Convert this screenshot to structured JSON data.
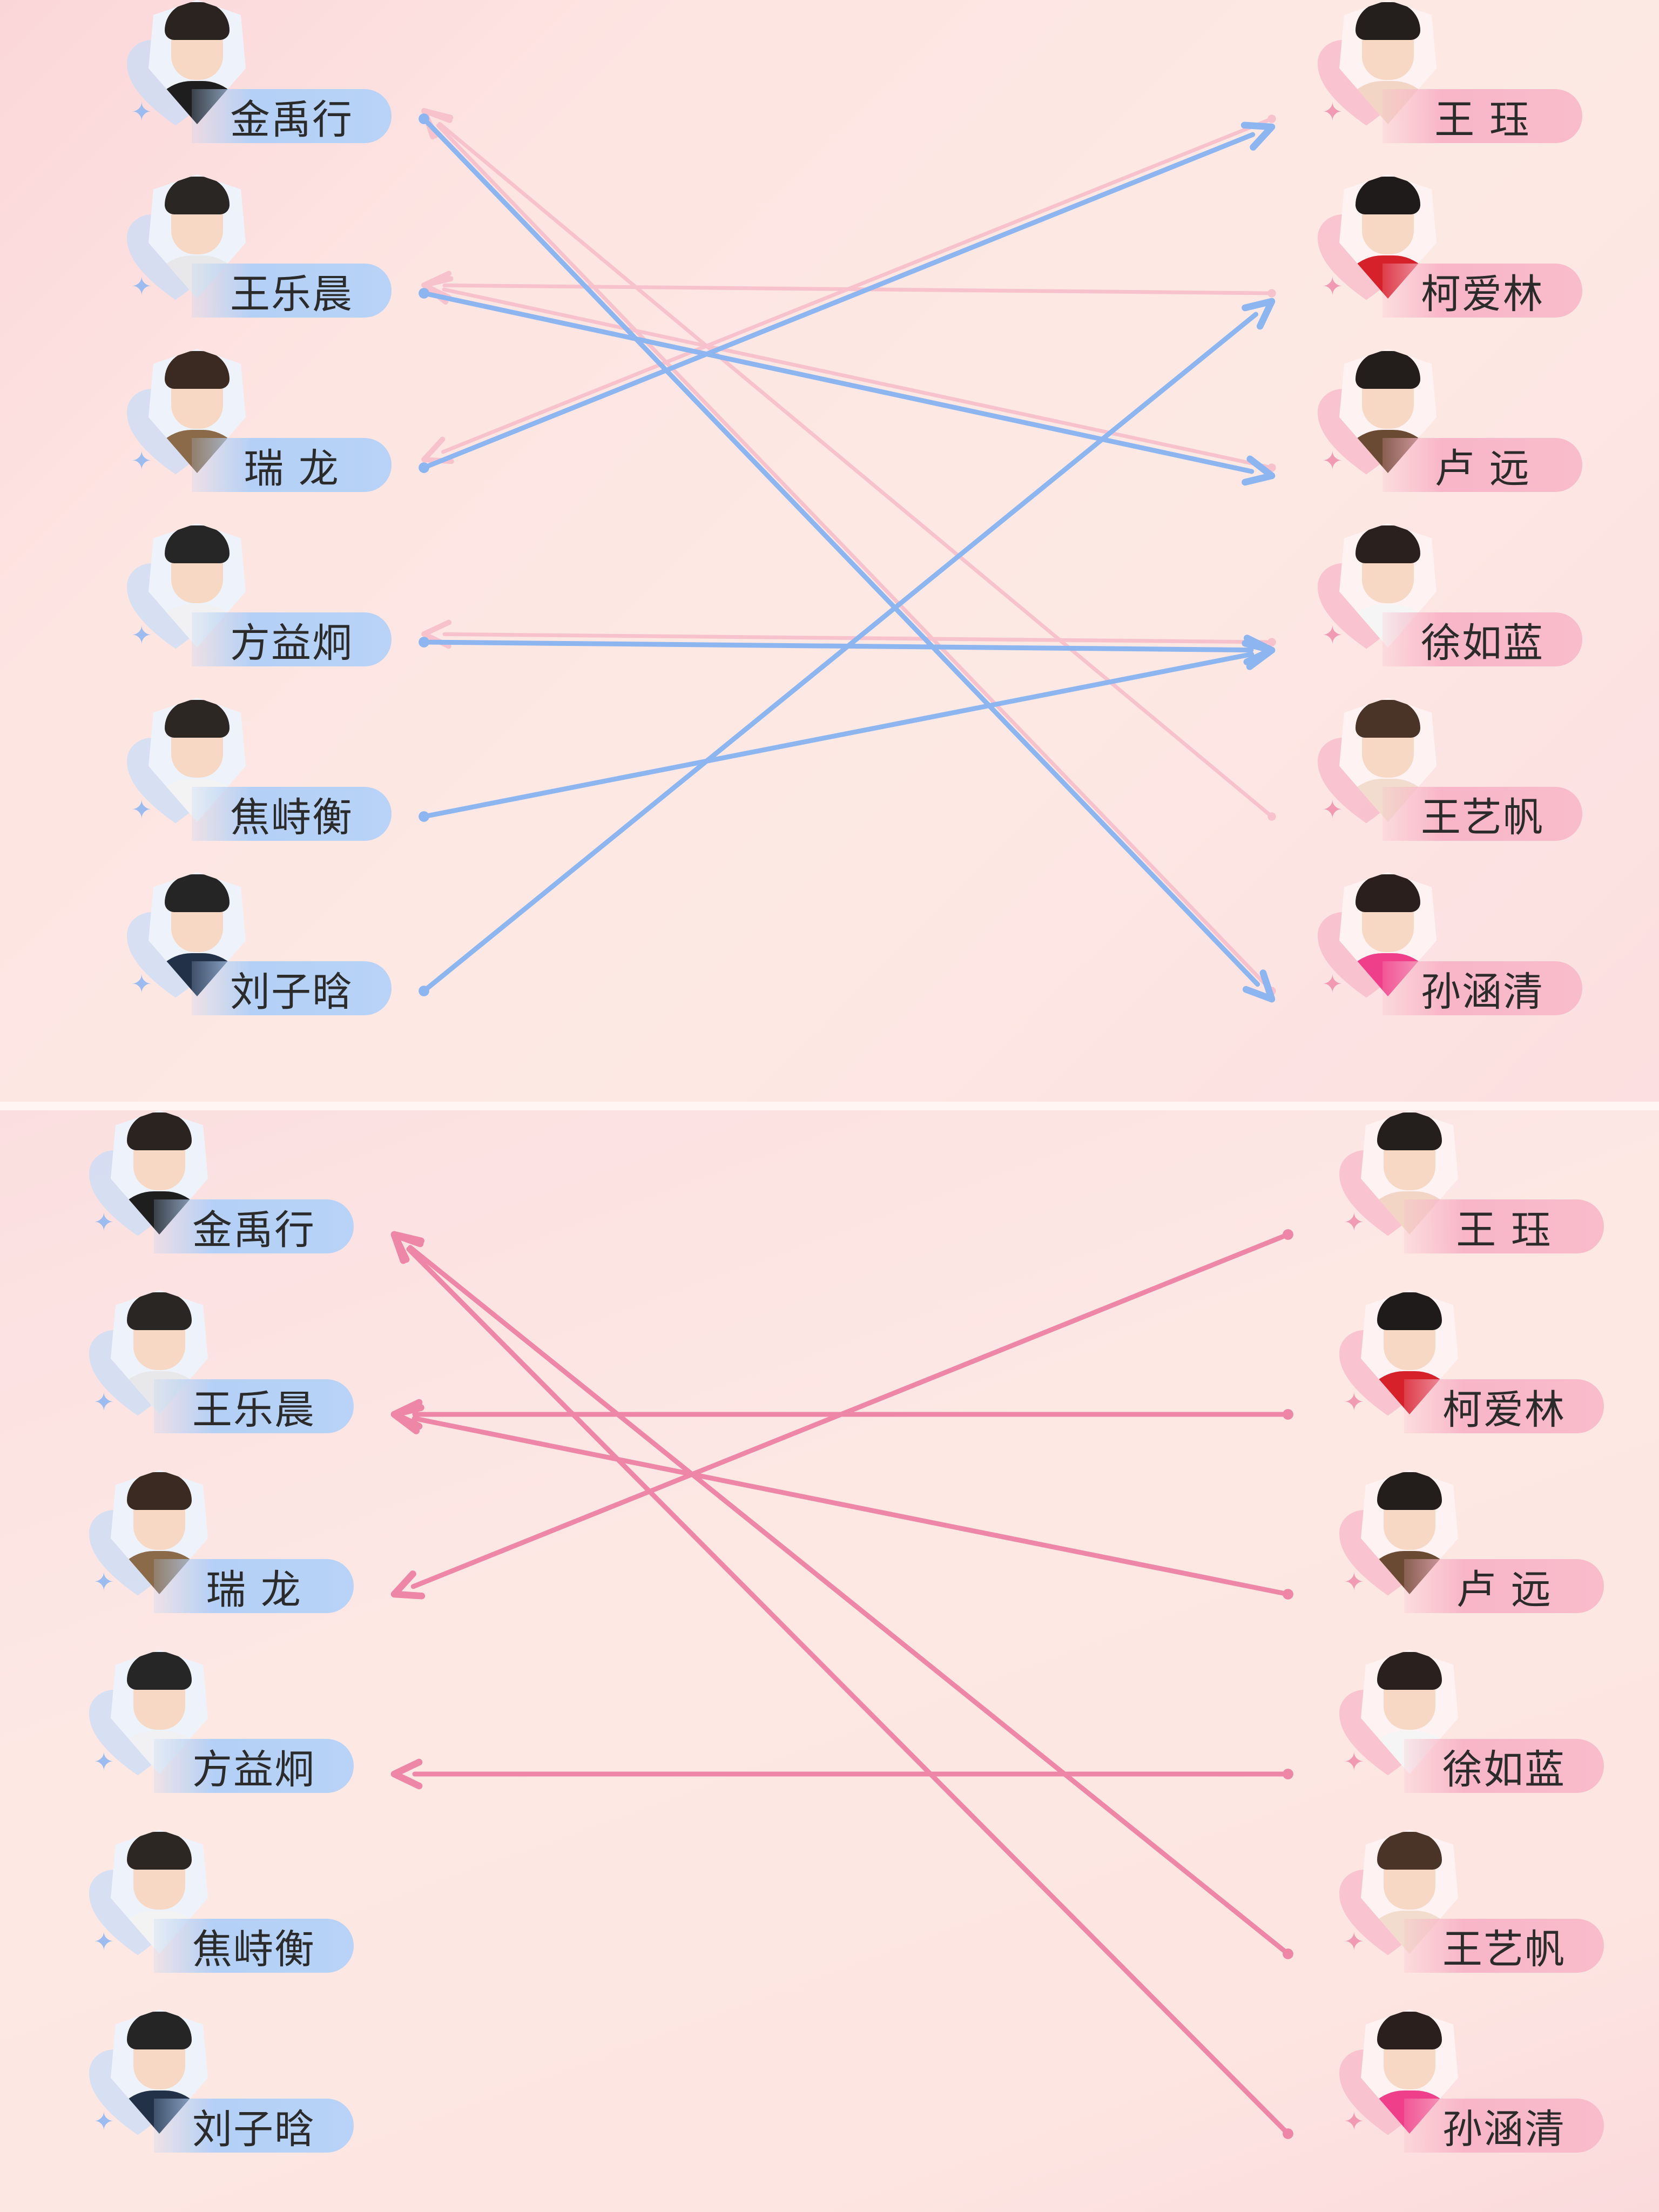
{
  "men": [
    "金禹行",
    "王乐晨",
    "瑞 龙",
    "方益炯",
    "焦峙衡",
    "刘子晗"
  ],
  "women": [
    "王 珏",
    "柯爱林",
    "卢 远",
    "徐如蓝",
    "王艺帆",
    "孙涵清"
  ],
  "colors": {
    "man_arrow": "#8db6f0",
    "woman_arrow_faint": "#f8c2cc",
    "woman_arrow": "#ee86a8",
    "man_label": "#b4d0f6",
    "woman_label": "#f8b6c8"
  },
  "top_panel": {
    "man_choices": [
      {
        "from": "金禹行",
        "to": "孙涵清"
      },
      {
        "from": "王乐晨",
        "to": "卢 远"
      },
      {
        "from": "瑞 龙",
        "to": "王 珏"
      },
      {
        "from": "方益炯",
        "to": "徐如蓝"
      },
      {
        "from": "焦峙衡",
        "to": "徐如蓝"
      },
      {
        "from": "刘子晗",
        "to": "柯爱林"
      }
    ],
    "woman_choices": [
      {
        "from": "王 珏",
        "to": "瑞 龙"
      },
      {
        "from": "柯爱林",
        "to": "王乐晨"
      },
      {
        "from": "卢 远",
        "to": "王乐晨"
      },
      {
        "from": "徐如蓝",
        "to": "方益炯"
      },
      {
        "from": "王艺帆",
        "to": "金禹行"
      },
      {
        "from": "孙涵清",
        "to": "金禹行"
      }
    ]
  },
  "bottom_panel": {
    "woman_choices": [
      {
        "from": "王 珏",
        "to": "瑞 龙"
      },
      {
        "from": "柯爱林",
        "to": "王乐晨"
      },
      {
        "from": "卢 远",
        "to": "王乐晨"
      },
      {
        "from": "徐如蓝",
        "to": "方益炯"
      },
      {
        "from": "王艺帆",
        "to": "金禹行"
      },
      {
        "from": "孙涵清",
        "to": "金禹行"
      }
    ]
  }
}
